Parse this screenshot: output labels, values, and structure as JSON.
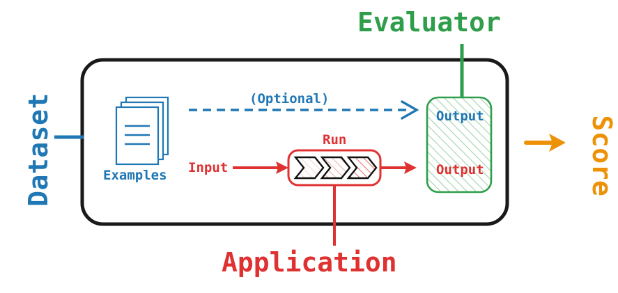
{
  "diagram": {
    "title": "Evaluation pipeline diagram",
    "labels": {
      "dataset": "Dataset",
      "score": "Score",
      "evaluator": "Evaluator",
      "application": "Application",
      "examples": "Examples",
      "optional": "(Optional)",
      "input": "Input",
      "run": "Run",
      "output_top": "Output",
      "output_bottom": "Output"
    },
    "colors": {
      "blue": "#1f77b4",
      "red": "#e03131",
      "green": "#2e9e4a",
      "orange": "#ed9107",
      "black": "#1a1a1a",
      "white": "#ffffff"
    },
    "nodes": [
      {
        "name": "examples-stack",
        "kind": "document-stack-icon",
        "label": "Examples",
        "color": "#1f77b4"
      },
      {
        "name": "run-box",
        "kind": "rounded-rect",
        "label": "Run",
        "color": "#e03131",
        "contents": "three-hatched-chevrons"
      },
      {
        "name": "output-box",
        "kind": "rounded-rect-hatched",
        "color": "#2e9e4a",
        "contents": "Output / Output"
      },
      {
        "name": "outer-container",
        "kind": "rounded-rect",
        "color": "#1a1a1a"
      }
    ],
    "edges": [
      {
        "name": "dataset-connector",
        "from": "Dataset",
        "to": "outer-container",
        "style": "solid-line",
        "color": "#1f77b4"
      },
      {
        "name": "optional-arrow",
        "from": "Examples",
        "to": "output-box",
        "style": "dashed-arrow",
        "color": "#1f77b4",
        "label": "(Optional)"
      },
      {
        "name": "input-arrow",
        "from": "Input",
        "to": "run-box",
        "style": "solid-arrow",
        "color": "#e03131"
      },
      {
        "name": "run-output-arrow",
        "from": "run-box",
        "to": "output-box",
        "style": "solid-arrow",
        "color": "#e03131"
      },
      {
        "name": "application-connector",
        "from": "Application",
        "to": "run-box",
        "style": "solid-line",
        "color": "#e03131"
      },
      {
        "name": "evaluator-connector",
        "from": "Evaluator",
        "to": "output-box",
        "style": "solid-line",
        "color": "#2e9e4a"
      },
      {
        "name": "score-arrow",
        "from": "outer-container",
        "to": "Score",
        "style": "solid-arrow",
        "color": "#ed9107"
      }
    ]
  }
}
